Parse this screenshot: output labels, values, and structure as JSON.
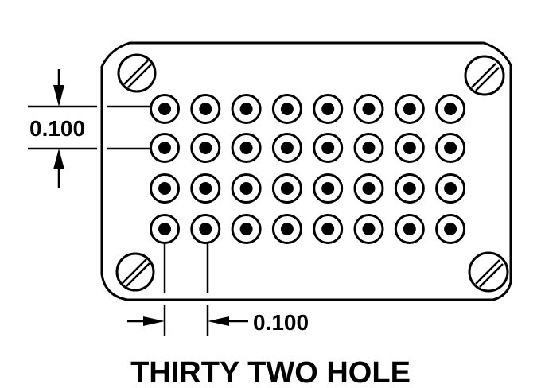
{
  "title": "THIRTY TWO HOLE",
  "dimensions": {
    "vertical_pitch": "0.100",
    "horizontal_pitch": "0.100"
  },
  "connector": {
    "rows": 4,
    "columns": 8,
    "hole_count": 32,
    "mounting_screws": 4
  },
  "colors": {
    "line": "#000000",
    "background": "#ffffff"
  }
}
